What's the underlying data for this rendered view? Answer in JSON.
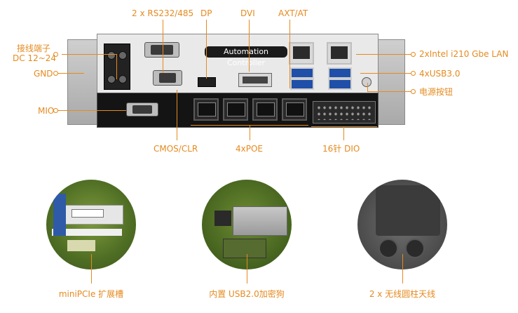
{
  "callouts": {
    "rs232": "2 x RS232/485",
    "dp": "DP",
    "dvi": "DVI",
    "axt": "AXT/AT",
    "terminal_line1": "接线端子",
    "terminal_line2": "DC 12~24",
    "gnd": "GND",
    "mio": "MIO",
    "lan": "2xIntel i210 Gbe LAN",
    "usb3": "4xUSB3.0",
    "power": "电源按钮",
    "cmos": "CMOS/CLR",
    "poe": "4xPOE",
    "dio": "16针 DIO"
  },
  "device": {
    "brand_text": "Automation Controller"
  },
  "features": [
    {
      "caption": "miniPCIe 扩展槽"
    },
    {
      "caption": "内置 USB2.0加密狗"
    },
    {
      "caption": "2 x 无线圆柱天线"
    }
  ],
  "colors": {
    "accent": "#e58a1f",
    "panel": "#e9e9e9",
    "panel_dark": "#141414"
  }
}
